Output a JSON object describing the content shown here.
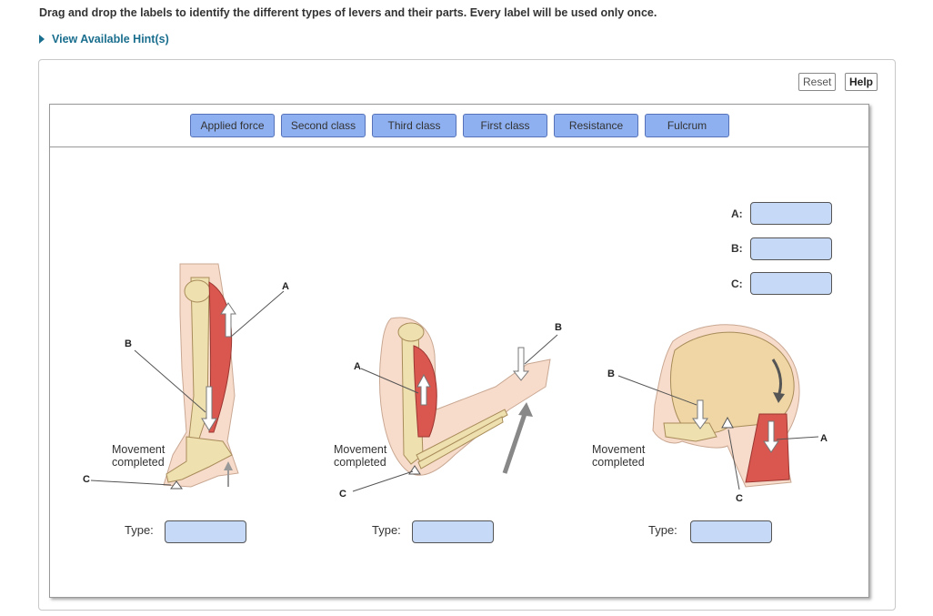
{
  "instructions": "Drag and drop the labels to identify the different types of levers and their parts.  Every label will be used only once.",
  "hint_link": "View Available Hint(s)",
  "toolbar": {
    "reset": "Reset",
    "help": "Help"
  },
  "labels": [
    "Applied force",
    "Second class",
    "Third class",
    "First class",
    "Resistance",
    "Fulcrum"
  ],
  "legend_keys": {
    "a": "A:",
    "b": "B:",
    "c": "C:"
  },
  "type_label": "Type:",
  "figures": {
    "foot": {
      "movement": "Movement completed",
      "a": "A",
      "b": "B",
      "c": "C"
    },
    "arm": {
      "movement": "Movement completed",
      "a": "A",
      "b": "B",
      "c": "C"
    },
    "head": {
      "movement": "Movement completed",
      "a": "A",
      "b": "B",
      "c": "C"
    }
  },
  "colors": {
    "chip_fill": "#8eb0f0",
    "chip_border": "#5572b8",
    "dropzone_fill": "#c6d9f7",
    "hint_link": "#1a6e8e",
    "muscle": "#d9574f",
    "bone": "#efe0b0",
    "skin": "#f8dccb"
  }
}
